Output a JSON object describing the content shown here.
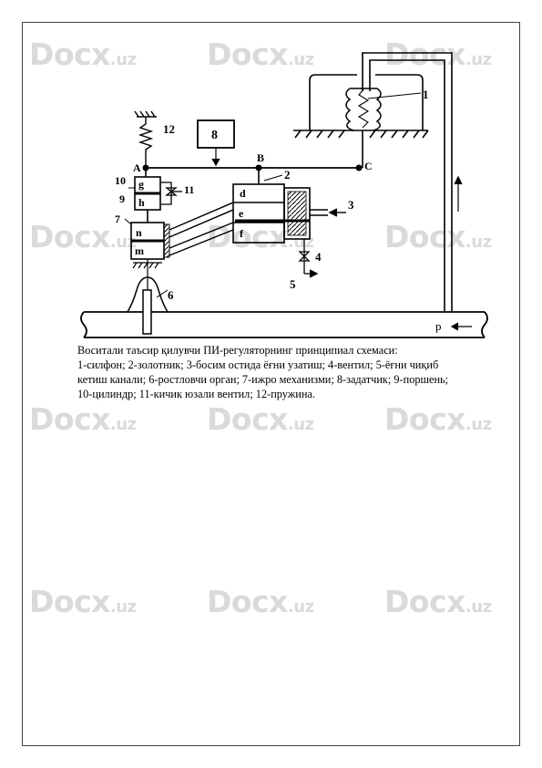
{
  "watermark": {
    "brand": "Docx",
    "suffix": ".uz"
  },
  "figure": {
    "labels": {
      "n1": "1",
      "n2": "2",
      "n3": "3",
      "n4": "4",
      "n5": "5",
      "n6": "6",
      "n7": "7",
      "n8": "8",
      "n9": "9",
      "n10": "10",
      "n11": "11",
      "n12": "12",
      "A": "A",
      "B": "B",
      "C": "C",
      "g": "g",
      "h": "h",
      "n": "n",
      "m": "m",
      "d": "d",
      "e": "e",
      "f": "f",
      "p": "p"
    }
  },
  "caption": {
    "title": "Воситали таъсир қилувчи ПИ-регуляторнинг принципиал схемаси:",
    "legend_line1": "1-силфон; 2-золотник; 3-босим остида ёғни узатиш; 4-вентил; 5-ёғни чиқиб",
    "legend_line2": "кетиш канали; 6-ростловчи орган; 7-ижро механизми; 8-задатчик; 9-поршень;",
    "legend_line3": "10-цилиндр; 11-кичик юзали вентил; 12-пружина."
  }
}
